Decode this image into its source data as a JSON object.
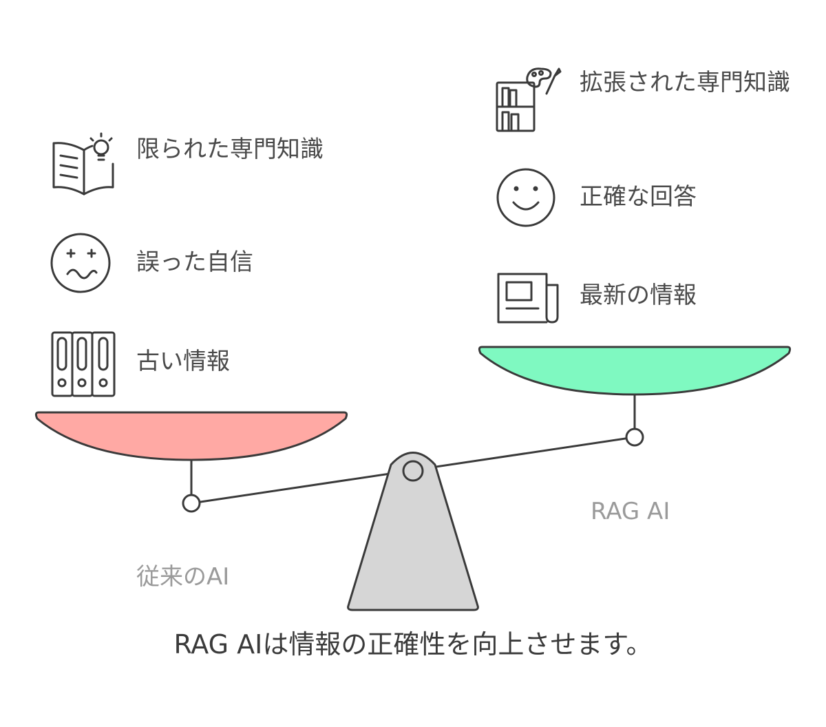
{
  "left_side": {
    "title": "従来のAI",
    "pan_color": "#FFA9A4",
    "items": [
      {
        "text": "限られた専門知識",
        "icon": "book-lightbulb-icon"
      },
      {
        "text": "誤った自信",
        "icon": "confused-face-icon"
      },
      {
        "text": "古い情報",
        "icon": "binders-icon"
      }
    ]
  },
  "right_side": {
    "title": "RAG AI",
    "pan_color": "#7FF9C1",
    "items": [
      {
        "text": "拡張された専門知識",
        "icon": "bookshelf-palette-icon"
      },
      {
        "text": "正確な回答",
        "icon": "smiley-face-icon"
      },
      {
        "text": "最新の情報",
        "icon": "newspaper-icon"
      }
    ]
  },
  "caption": "RAG AIは情報の正確性を向上させます。",
  "colors": {
    "stroke": "#3a3a3a",
    "fulcrum": "#D6D6D6",
    "text": "#4a4a4a",
    "muted_text": "#9a9a9a"
  }
}
